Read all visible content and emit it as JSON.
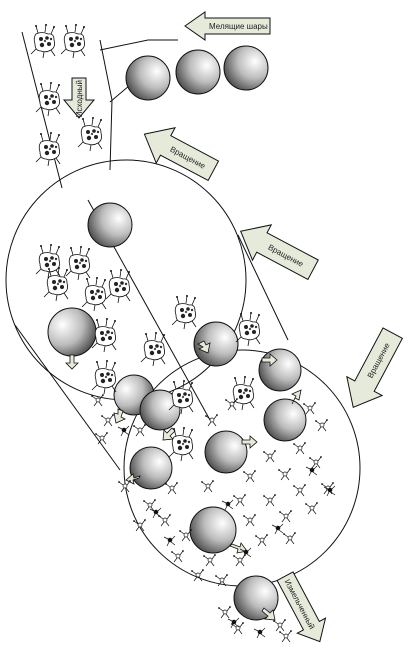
{
  "labels": {
    "grinding_balls": "Мелящие шары",
    "source": "Исходный",
    "rotation_1": "Вращение",
    "rotation_2": "Вращение",
    "rotation_3": "Вращение",
    "output": "Измельченный"
  },
  "colors": {
    "arrow_fill": "#e6eadb",
    "ball_dark": "#333333",
    "ball_light": "#ffffff",
    "line": "#111111"
  }
}
